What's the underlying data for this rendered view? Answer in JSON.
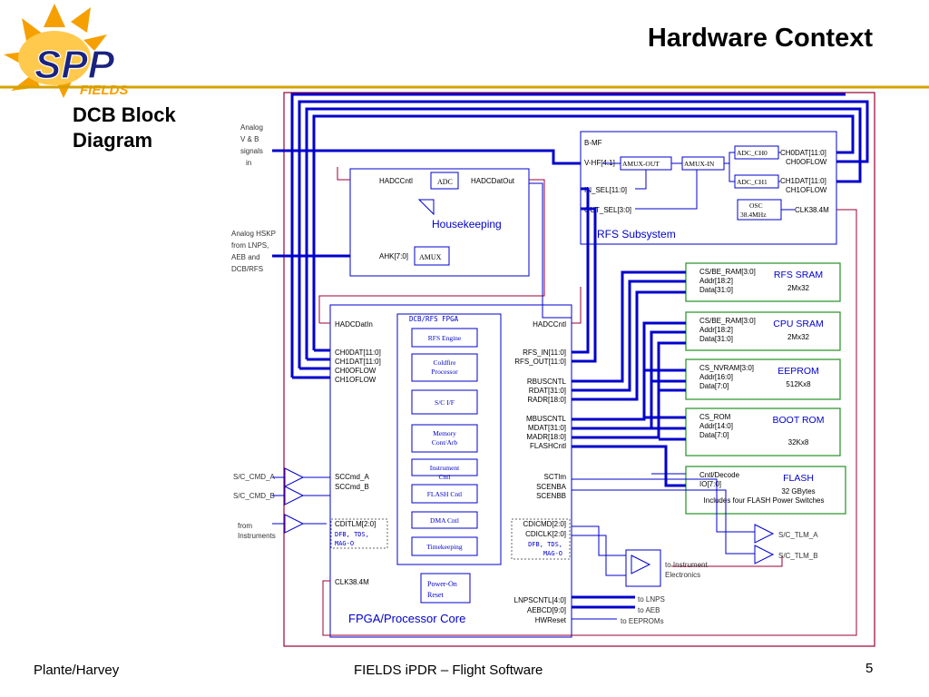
{
  "logo": {
    "text": "SPP",
    "sub": "FIELDS"
  },
  "title": "Hardware Context",
  "subtitle": "DCB Block Diagram",
  "footer": {
    "left": "Plante/Harvey",
    "center": "FIELDS iPDR – Flight Software",
    "page": "5"
  },
  "colors": {
    "bus": "#0000cc",
    "red_line": "#990033",
    "rfs": "#0000cc",
    "green_box": "#339933",
    "accent_orange": "#f5a000"
  },
  "left_labels": {
    "analog_vb": [
      "Analog",
      "V & B",
      "signals",
      "in"
    ],
    "analog_hskp": [
      "Analog HSKP",
      "from LNPS,",
      "AEB and",
      "DCB/RFS"
    ],
    "sc_cmd_a": "S/C_CMD_A",
    "sc_cmd_b": "S/C_CMD_B",
    "from_instruments": [
      "from",
      "Instruments"
    ]
  },
  "housekeeping": {
    "title": "Housekeeping",
    "hadccntl": "HADCCntl",
    "adc": "ADC",
    "hadcdataout": "HADCDatOut",
    "ahk": "AHK[7:0]",
    "amux": "AMUX"
  },
  "rfs": {
    "title": "RFS Subsystem",
    "bmf": "B-MF",
    "vhf": "V-HF[4:1]",
    "in_sel": "IN_SEL[11:0]",
    "out_sel": "OUT_SEL[3:0]",
    "amux_out": "AMUX-OUT",
    "amux_in": "AMUX-IN",
    "adc_ch0": "ADC_CH0",
    "adc_ch1": "ADC_CH1",
    "osc": [
      "OSC",
      "38.4MHz"
    ],
    "ch0dat": "CH0DAT[11:0]",
    "ch0oflow": "CH0OFLOW",
    "ch1dat": "CH1DAT[11:0]",
    "ch1oflow": "CH1OFLOW",
    "clk": "CLK38.4M"
  },
  "memories": [
    {
      "name": "RFS SRAM",
      "size": "2Mx32",
      "pins": [
        "CS/BE_RAM[3:0]",
        "Addr[18:2]",
        "Data[31:0]"
      ]
    },
    {
      "name": "CPU SRAM",
      "size": "2Mx32",
      "pins": [
        "CS/BE_RAM[3:0]",
        "Addr[18:2]",
        "Data[31:0]"
      ]
    },
    {
      "name": "EEPROM",
      "size": "512Kx8",
      "pins": [
        "CS_NVRAM[3:0]",
        "Addr[16:0]",
        "Data[7:0]"
      ]
    },
    {
      "name": "BOOT ROM",
      "size": "32Kx8",
      "pins": [
        "CS_ROM",
        "Addr[14:0]",
        "Data[7:0]"
      ]
    },
    {
      "name": "FLASH",
      "size": "32 GBytes",
      "note": "Includes four FLASH Power Switches",
      "pins": [
        "Cntl/Decode",
        "IO[7:0]"
      ]
    }
  ],
  "fpga": {
    "title": "FPGA/Processor Core",
    "inner_title": "DCB/RFS FPGA",
    "blocks": [
      "RFS Engine",
      "Coldfire Processor",
      "S/C I/F",
      "Memory Cont/Arb",
      "Instrument Cntl",
      "FLASH Cntl",
      "DMA Cntl",
      "Timekeeping"
    ],
    "power_on_reset": "Power-On Reset",
    "left_pins": {
      "hadcdatin": "HADCDatIn",
      "ch": [
        "CH0DAT[11:0]",
        "CH1DAT[11:0]",
        "CH0OFLOW",
        "CH1OFLOW"
      ],
      "sccmd": [
        "SCCmd_A",
        "SCCmd_B"
      ],
      "ditlm": "CDITLM[2:0]",
      "ditlm_sub": [
        "DFB, TDS,",
        "MAG-O"
      ],
      "clk": "CLK38.4M"
    },
    "right_pins": {
      "hadccntl": "HADCCntl",
      "rfs": [
        "RFS_IN[11:0]",
        "RFS_OUT[11:0]"
      ],
      "rbus": [
        "RBUSCNTL",
        "RDAT[31:0]",
        "RADR[18:0]"
      ],
      "mbus": [
        "MBUSCNTL",
        "MDAT[31:0]",
        "MADR[18:0]",
        "FLASHCntl"
      ],
      "sctlm": [
        "SCTlm",
        "SCENBA",
        "SCENBB"
      ],
      "cdicmd": [
        "CDICMD[2:0]",
        "CDICLK[2:0]"
      ],
      "cdicmd_sub": [
        "DFB, TDS,",
        "MAG-O"
      ],
      "lnps": [
        "LNPSCNTL[4:0]",
        "AEBCD[9:0]",
        "HWReset"
      ]
    }
  },
  "right_labels": {
    "sc_tlm_a": "S/C_TLM_A",
    "sc_tlm_b": "S/C_TLM_B",
    "to_instrument": [
      "to Instrument",
      "Electronics"
    ],
    "to_lnps": "to LNPS",
    "to_aeb": "to AEB",
    "to_eeproms": "to EEPROMs"
  }
}
